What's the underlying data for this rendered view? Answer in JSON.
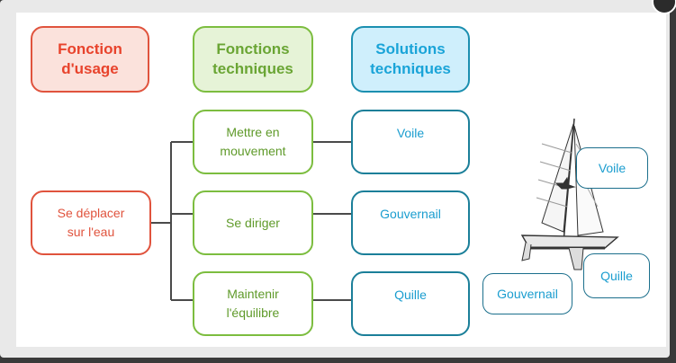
{
  "headers": {
    "usage": "Fonction\nd'usage",
    "techniques": "Fonctions\ntechniques",
    "solutions": "Solutions\ntechniques"
  },
  "usage_function": "Se déplacer\nsur l'eau",
  "technical_functions": [
    "Mettre en\nmouvement",
    "Se diriger",
    "Maintenir\nl'équilibre"
  ],
  "technical_solutions": [
    "Voile",
    "Gouvernail",
    "Quille"
  ],
  "callouts": {
    "voile": "Voile",
    "gouvernail": "Gouvernail",
    "quille": "Quille"
  },
  "colors": {
    "usage": "#e0533d",
    "techniques": "#7cbd3f",
    "solutions": "#1b7f99"
  }
}
